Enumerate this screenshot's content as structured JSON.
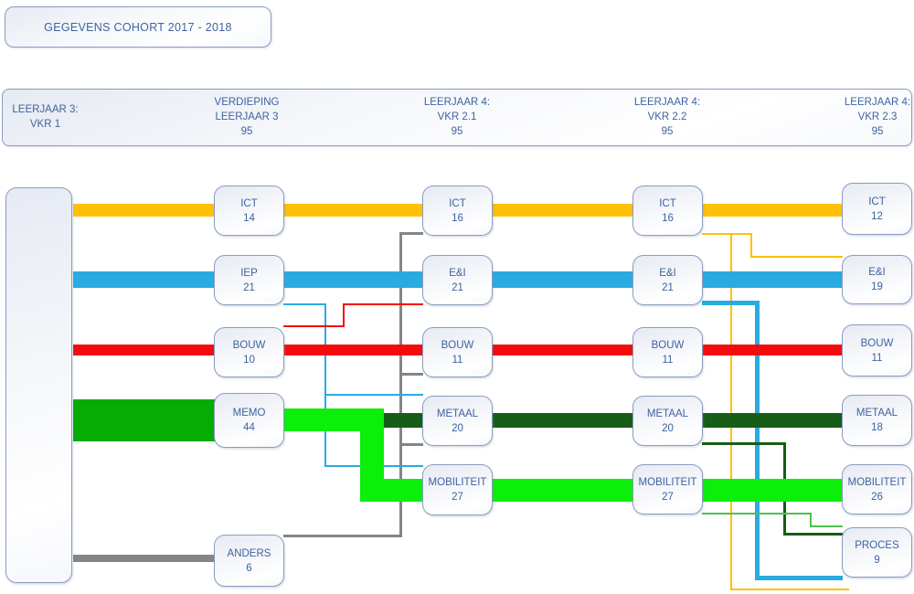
{
  "title": "GEGEVENS COHORT 2017 - 2018",
  "header": {
    "c1": {
      "l1": "LEERJAAR 3:",
      "l2": "VKR 1",
      "l3": ""
    },
    "c2": {
      "l1": "VERDIEPING",
      "l2": "LEERJAAR 3",
      "l3": "95"
    },
    "c3": {
      "l1": "LEERJAAR 4:",
      "l2": "VKR 2.1",
      "l3": "95"
    },
    "c4": {
      "l1": "LEERJAAR 4:",
      "l2": "VKR 2.2",
      "l3": "95"
    },
    "c5": {
      "l1": "LEERJAAR 4:",
      "l2": "VKR 2.3",
      "l3": "95"
    }
  },
  "nodes": {
    "c2": [
      {
        "label": "ICT",
        "value": "14"
      },
      {
        "label": "IEP",
        "value": "21"
      },
      {
        "label": "BOUW",
        "value": "10"
      },
      {
        "label": "MEMO",
        "value": "44"
      },
      {
        "label": "ANDERS",
        "value": "6"
      }
    ],
    "c3": [
      {
        "label": "ICT",
        "value": "16"
      },
      {
        "label": "E&I",
        "value": "21"
      },
      {
        "label": "BOUW",
        "value": "11"
      },
      {
        "label": "METAAL",
        "value": "20"
      },
      {
        "label": "MOBILITEIT",
        "value": "27"
      }
    ],
    "c4": [
      {
        "label": "ICT",
        "value": "16"
      },
      {
        "label": "E&I",
        "value": "21"
      },
      {
        "label": "BOUW",
        "value": "11"
      },
      {
        "label": "METAAL",
        "value": "20"
      },
      {
        "label": "MOBILITEIT",
        "value": "27"
      }
    ],
    "c5": [
      {
        "label": "ICT",
        "value": "12"
      },
      {
        "label": "E&I",
        "value": "19"
      },
      {
        "label": "BOUW",
        "value": "11"
      },
      {
        "label": "METAAL",
        "value": "18"
      },
      {
        "label": "MOBILITEIT",
        "value": "26"
      },
      {
        "label": "PROCES",
        "value": "9"
      }
    ]
  },
  "colors": {
    "yellow": "#FFC008",
    "blue": "#29ABE2",
    "red": "#F40B0B",
    "green": "#04AC04",
    "lime": "#0BEF0B",
    "darkgreen": "#175C17",
    "lightgreen": "#4CC14C",
    "gray": "#828689",
    "text": "#3E639F",
    "border": "#8B9CBE"
  }
}
